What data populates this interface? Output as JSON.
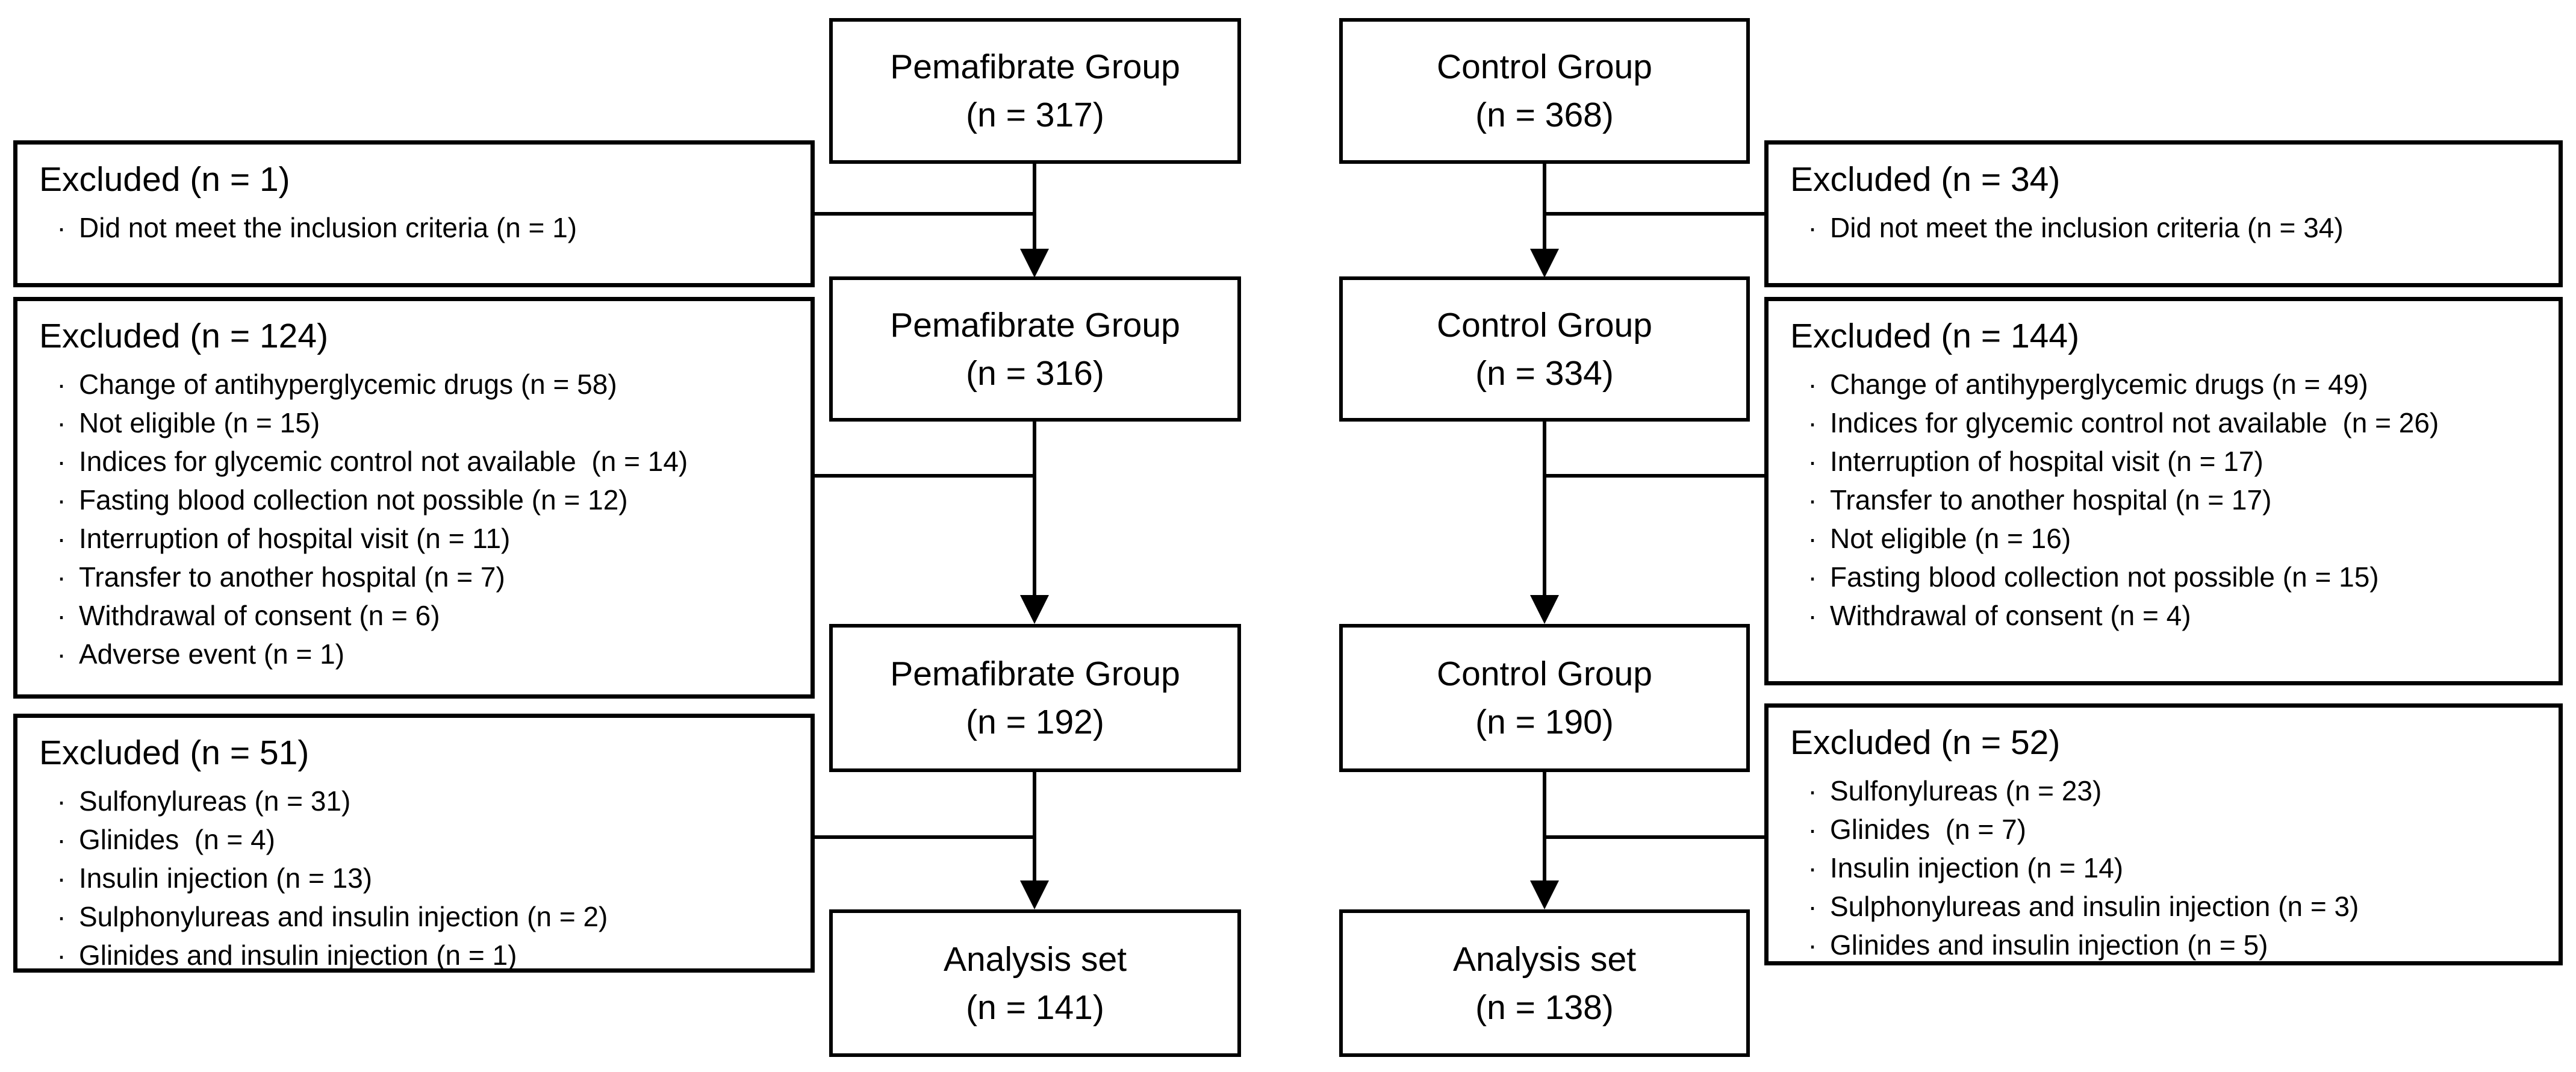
{
  "diagram": {
    "bullet_glyph": "·",
    "colors": {
      "line": "#000000",
      "text": "#000000",
      "background": "#ffffff"
    },
    "pemafibrate_flow": [
      {
        "name": "Pemafibrate Group",
        "n": "(n = 317)"
      },
      {
        "name": "Pemafibrate Group",
        "n": "(n = 316)"
      },
      {
        "name": "Pemafibrate Group",
        "n": "(n = 192)"
      },
      {
        "name": "Analysis set",
        "n": "(n = 141)"
      }
    ],
    "control_flow": [
      {
        "name": "Control Group",
        "n": "(n = 368)"
      },
      {
        "name": "Control Group",
        "n": "(n = 334)"
      },
      {
        "name": "Control Group",
        "n": "(n = 190)"
      },
      {
        "name": "Analysis set",
        "n": "(n = 138)"
      }
    ],
    "left_exclusions": [
      {
        "title": "Excluded (n = 1)",
        "items": [
          "Did not meet the inclusion criteria (n = 1)"
        ]
      },
      {
        "title": "Excluded (n = 124)",
        "items": [
          "Change of antihyperglycemic drugs (n = 58)",
          "Not eligible (n = 15)",
          "Indices for glycemic control not available  (n = 14)",
          "Fasting blood collection not possible (n = 12)",
          "Interruption of hospital visit (n = 11)",
          "Transfer to another hospital (n = 7)",
          "Withdrawal of consent (n = 6)",
          "Adverse event (n = 1)"
        ]
      },
      {
        "title": "Excluded (n = 51)",
        "items": [
          "Sulfonylureas (n = 31)",
          "Glinides  (n = 4)",
          "Insulin injection (n = 13)",
          "Sulphonylureas and insulin injection (n = 2)",
          "Glinides and insulin injection (n = 1)"
        ]
      }
    ],
    "right_exclusions": [
      {
        "title": "Excluded (n = 34)",
        "items": [
          "Did not meet the inclusion criteria (n = 34)"
        ]
      },
      {
        "title": "Excluded (n = 144)",
        "items": [
          "Change of antihyperglycemic drugs (n = 49)",
          "Indices for glycemic control not available  (n = 26)",
          "Interruption of hospital visit (n = 17)",
          "Transfer to another hospital (n = 17)",
          "Not eligible (n = 16)",
          "Fasting blood collection not possible (n = 15)",
          "Withdrawal of consent (n = 4)"
        ]
      },
      {
        "title": "Excluded (n = 52)",
        "items": [
          "Sulfonylureas (n = 23)",
          "Glinides  (n = 7)",
          "Insulin injection (n = 14)",
          "Sulphonylureas and insulin injection (n = 3)",
          "Glinides and insulin injection (n = 5)"
        ]
      }
    ]
  }
}
